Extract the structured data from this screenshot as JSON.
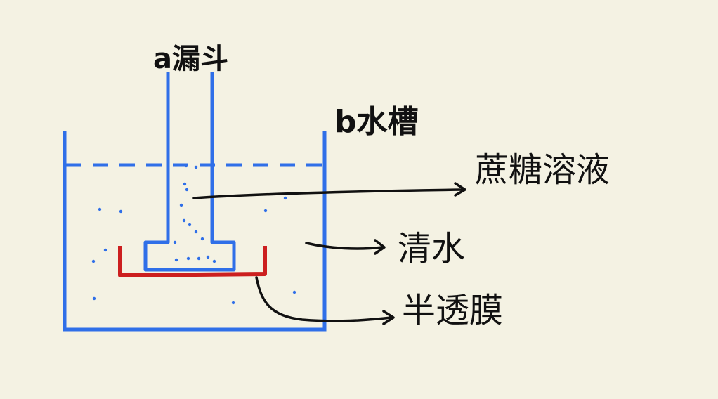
{
  "labels": {
    "funnel": "a漏斗",
    "tank": "b水槽",
    "sucrose_solution": "蔗糖溶液",
    "water": "清水",
    "membrane": "半透膜"
  },
  "colors": {
    "background": "#f4f2e3",
    "tank": "#2f6fe8",
    "membrane": "#cc1f1f",
    "ink": "#111111"
  }
}
